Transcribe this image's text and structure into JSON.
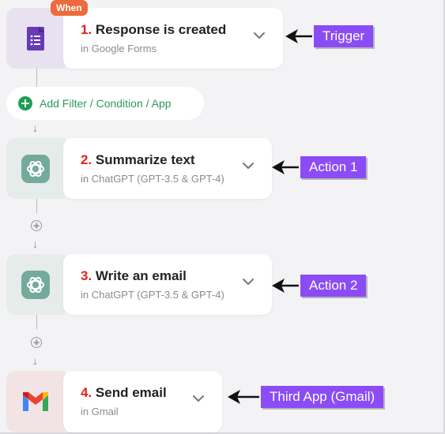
{
  "trigger_badge": "When",
  "steps": [
    {
      "number": "1.",
      "title": "Response is created",
      "app": "in Google Forms",
      "icon": "google-forms-icon"
    },
    {
      "number": "2.",
      "title": "Summarize text",
      "app": "in ChatGPT (GPT-3.5 & GPT-4)",
      "icon": "chatgpt-icon"
    },
    {
      "number": "3.",
      "title": "Write an email",
      "app": "in ChatGPT (GPT-3.5 & GPT-4)",
      "icon": "chatgpt-icon"
    },
    {
      "number": "4.",
      "title": "Send email",
      "app": "in Gmail",
      "icon": "gmail-icon"
    }
  ],
  "add_filter": {
    "label": "Add Filter / Condition / App"
  },
  "callouts": [
    "Trigger",
    "Action 1",
    "Action 2",
    "Third App (Gmail)"
  ],
  "colors": {
    "step_number": "#e0241b",
    "callout_bg": "#8b4cf5",
    "when_badge": "#ee6a3a",
    "add_filter_green": "#1f9d55",
    "forms_tile": "#e8e2f0",
    "chatgpt_tile": "#e6ece9",
    "gmail_tile": "#f2e4e4"
  }
}
